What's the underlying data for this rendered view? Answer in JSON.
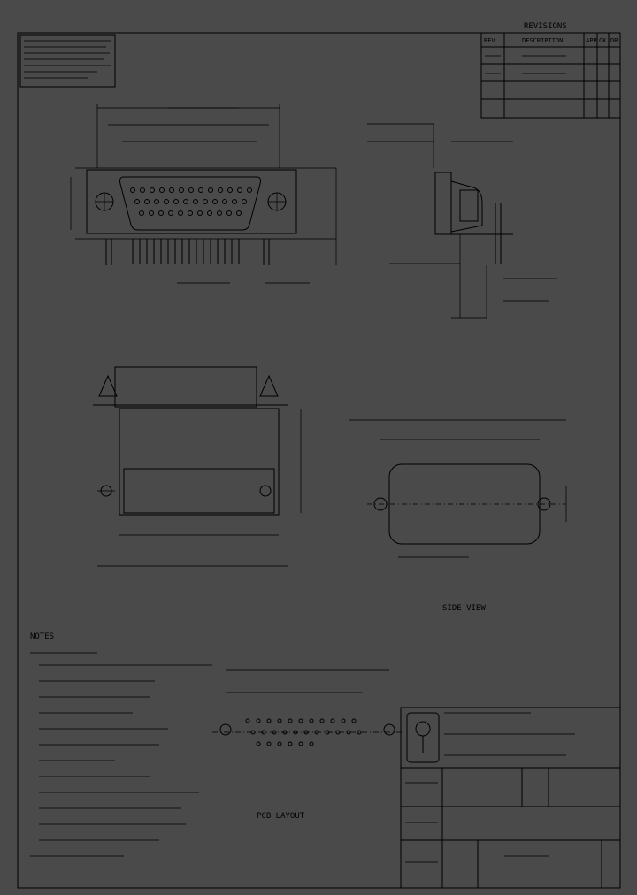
{
  "revisions": {
    "title": "REVISIONS",
    "headers": [
      "REV",
      "DESCRIPTION",
      "APP",
      "CK",
      "DR"
    ],
    "rows": [
      {
        "rev": "",
        "description": "",
        "app": "",
        "ck": "",
        "dr": ""
      },
      {
        "rev": "",
        "description": "",
        "app": "",
        "ck": "",
        "dr": ""
      }
    ]
  },
  "disclaimer": "",
  "views": {
    "side_view_label": "SIDE VIEW",
    "pcb_layout_label": "PCB LAYOUT"
  },
  "notes": {
    "heading": "NOTES",
    "items": []
  },
  "title_block": {
    "company": "",
    "website": "",
    "part_number": "",
    "scale": "",
    "sheet": ""
  }
}
